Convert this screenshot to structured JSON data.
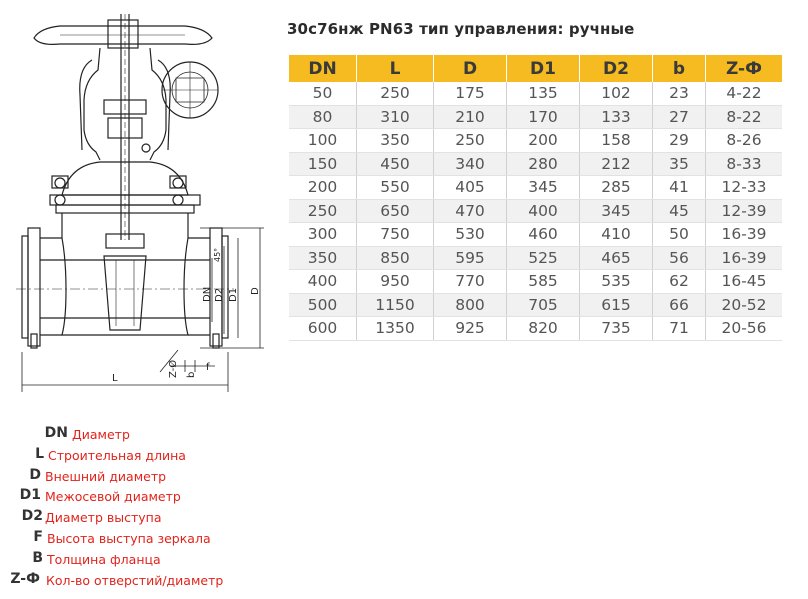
{
  "title": "30с76нж PN63 тип управления: ручные",
  "drawing": {
    "labels": {
      "dn": "DN",
      "d2": "D2",
      "d1": "D1",
      "d": "D",
      "l": "L",
      "z": "Z-Ø",
      "b": "b",
      "f": "f",
      "angle": "45°"
    }
  },
  "table": {
    "headers": [
      "DN",
      "L",
      "D",
      "D1",
      "D2",
      "b",
      "Z-Ф"
    ],
    "rows": [
      [
        "50",
        "250",
        "175",
        "135",
        "102",
        "23",
        "4-22"
      ],
      [
        "80",
        "310",
        "210",
        "170",
        "133",
        "27",
        "8-22"
      ],
      [
        "100",
        "350",
        "250",
        "200",
        "158",
        "29",
        "8-26"
      ],
      [
        "150",
        "450",
        "340",
        "280",
        "212",
        "35",
        "8-33"
      ],
      [
        "200",
        "550",
        "405",
        "345",
        "285",
        "41",
        "12-33"
      ],
      [
        "250",
        "650",
        "470",
        "400",
        "345",
        "45",
        "12-39"
      ],
      [
        "300",
        "750",
        "530",
        "460",
        "410",
        "50",
        "16-39"
      ],
      [
        "350",
        "850",
        "595",
        "525",
        "465",
        "56",
        "16-39"
      ],
      [
        "400",
        "950",
        "770",
        "585",
        "535",
        "62",
        "16-45"
      ],
      [
        "500",
        "1150",
        "800",
        "705",
        "615",
        "66",
        "20-52"
      ],
      [
        "600",
        "1350",
        "925",
        "820",
        "735",
        "71",
        "20-56"
      ]
    ]
  },
  "legend": [
    {
      "abbr": "DN",
      "desc": "Диаметр"
    },
    {
      "abbr": "L",
      "desc": "Строительная длина"
    },
    {
      "abbr": "D",
      "desc": "Внешний диаметр"
    },
    {
      "abbr": "D1",
      "desc": "Межосевой диаметр"
    },
    {
      "abbr": "D2",
      "desc": "Диаметр выступа"
    },
    {
      "abbr": "F",
      "desc": "Высота выступа зеркала"
    },
    {
      "abbr": "B",
      "desc": "Толщина фланца"
    },
    {
      "abbr": "Z-Ф",
      "desc": "Кол-во отверстий/диаметр"
    }
  ],
  "colors": {
    "header_bg": "#f6bb21",
    "legend_text": "#e3231b",
    "line": "#222222"
  }
}
